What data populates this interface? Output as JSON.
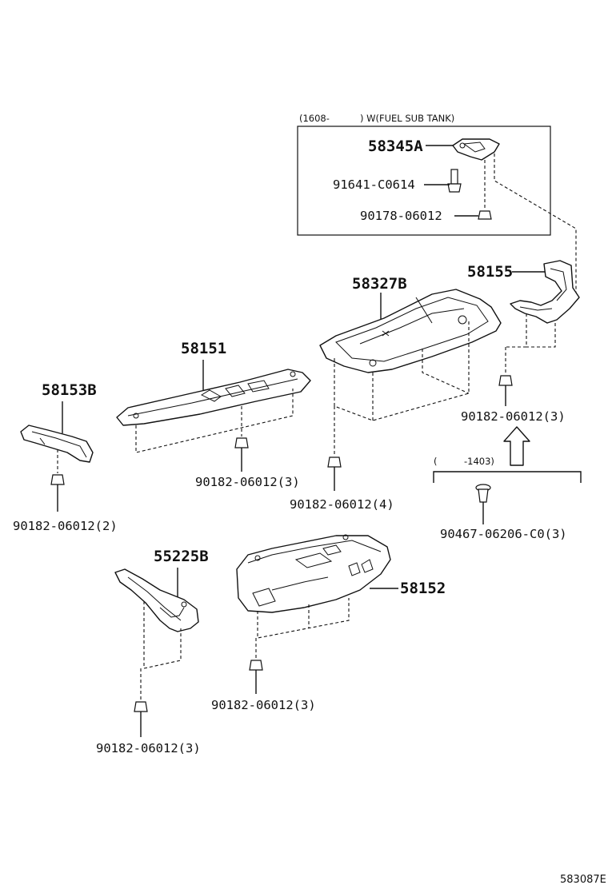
{
  "variant_box": {
    "date_code": "(1608-",
    "condition": ") W(FUEL SUB TANK)",
    "parts": {
      "p58345A": "58345A",
      "p91641": "91641-C0614",
      "p90178": "90178-06012"
    }
  },
  "parts": {
    "p58155": "58155",
    "p58327B": "58327B",
    "p58151": "58151",
    "p58153B": "58153B",
    "p55225B": "55225B",
    "p58152": "58152"
  },
  "fasteners": {
    "f_58155": "90182-06012(3)",
    "f_58327B": "90182-06012(4)",
    "f_58151": "90182-06012(3)",
    "f_58153B": "90182-06012(2)",
    "f_58152": "90182-06012(3)",
    "f_55225B": "90182-06012(3)",
    "f_clip": "90467-06206-C0(3)"
  },
  "clip_group": {
    "date_code": "(",
    "date_end": "-1403)"
  },
  "figure_id": "583087E"
}
